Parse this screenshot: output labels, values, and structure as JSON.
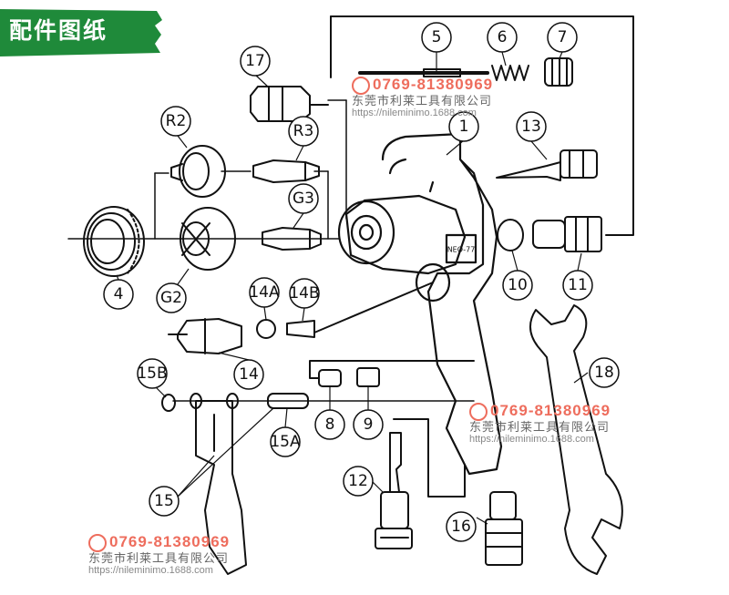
{
  "banner": {
    "title": "配件图纸",
    "color": "#1f8a3a"
  },
  "watermark": {
    "phone": "0769-81380969",
    "company": "东莞市利莱工具有限公司",
    "url": "https://nileminimo.1688.com"
  },
  "gun_body_label": "NEO-77",
  "parts": [
    {
      "id": "p5",
      "label": "5"
    },
    {
      "id": "p6",
      "label": "6"
    },
    {
      "id": "p7",
      "label": "7"
    },
    {
      "id": "p17",
      "label": "17"
    },
    {
      "id": "p13",
      "label": "13"
    },
    {
      "id": "p1",
      "label": "1"
    },
    {
      "id": "pR2",
      "label": "R2"
    },
    {
      "id": "pR3",
      "label": "R3"
    },
    {
      "id": "pG3",
      "label": "G3"
    },
    {
      "id": "p4",
      "label": "4"
    },
    {
      "id": "pG2",
      "label": "G2"
    },
    {
      "id": "p14A",
      "label": "14A"
    },
    {
      "id": "p14B",
      "label": "14B"
    },
    {
      "id": "p14",
      "label": "14"
    },
    {
      "id": "p10",
      "label": "10"
    },
    {
      "id": "p11",
      "label": "11"
    },
    {
      "id": "p15B",
      "label": "15B"
    },
    {
      "id": "p15A",
      "label": "15A"
    },
    {
      "id": "p15",
      "label": "15"
    },
    {
      "id": "p8",
      "label": "8"
    },
    {
      "id": "p9",
      "label": "9"
    },
    {
      "id": "p12",
      "label": "12"
    },
    {
      "id": "p16",
      "label": "16"
    },
    {
      "id": "p18",
      "label": "18"
    }
  ]
}
